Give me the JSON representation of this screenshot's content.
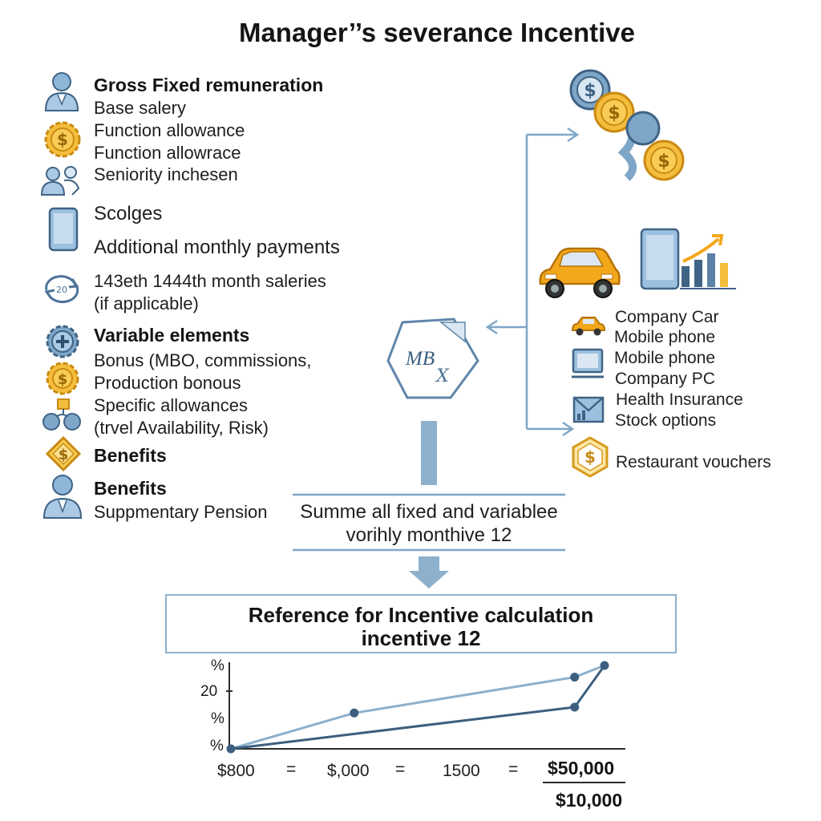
{
  "title": "Manager’’s severance Incentive",
  "left": {
    "gross_heading": "Gross Fixed remuneration",
    "base_salary": "Base salery",
    "function_allowance_1": "Function allowance",
    "function_allowance_2": "Function allowrace",
    "seniority": "Seniority inchesen",
    "scolges": "Scolges",
    "additional": "Additional monthly payments",
    "month_salaries": "143eth 1444th month saleries",
    "if_applicable": "(if applicable)",
    "variable_heading": "Variable elements",
    "bonus": "Bonus (MBO, commissions,",
    "production_bonus": "Production bonous",
    "specific_allowances": "Specific allowances",
    "travel": "(trvel Availability, Risk)",
    "benefits_1": "Benefits",
    "benefits_2": "Benefits",
    "pension": "Suppmentary Pension"
  },
  "right": {
    "company_car": "Company Car",
    "mobile_phone_1": "Mobile phone",
    "mobile_phone_2": "Mobile phone",
    "company_pc": "Company PC",
    "health_insurance": "Health Insurance",
    "stock_options": "Stock options",
    "restaurant_vouchers": "Restaurant vouchers"
  },
  "center": {
    "mbo_mark": "MB",
    "formula_line1": "Summe all fixed and variablee",
    "formula_line2": "vorihly monthive 12"
  },
  "reference": {
    "line1": "Reference for Incentive calculation",
    "line2": "incentive 12"
  },
  "icons": {
    "person": "person-icon",
    "coin": "dollar-gear-icon",
    "people": "group-icon",
    "tablet": "tablet-icon",
    "cycle": "refresh-icon",
    "gear_plus": "gear-plus-icon",
    "dollar_diamond": "dollar-diamond-icon",
    "car": "car-icon",
    "phone_chart": "phone-chart-icon",
    "envelope": "envelope-icon",
    "badge": "dollar-badge-icon"
  },
  "colors": {
    "accent_blue": "#7ea6c8",
    "dark_line": "#3c5f80",
    "light_line": "#8db0cc",
    "gold": "#f2b632",
    "orange_car": "#f3a81c"
  },
  "chart_data": {
    "type": "line",
    "ytick_labels": [
      "%",
      "20",
      "%",
      "%"
    ],
    "xtick_labels": [
      "$800",
      "=",
      "$,000",
      "=",
      "1500",
      "="
    ],
    "total_label": "$50,000",
    "sub_label": "$10,000",
    "series": [
      {
        "x": [
          0,
          0.33,
          0.92,
          1.0
        ],
        "y": [
          0,
          0.43,
          0.86,
          1.0
        ]
      },
      {
        "x": [
          0,
          0.92,
          1.0
        ],
        "y": [
          0,
          0.5,
          1.0
        ]
      }
    ]
  }
}
